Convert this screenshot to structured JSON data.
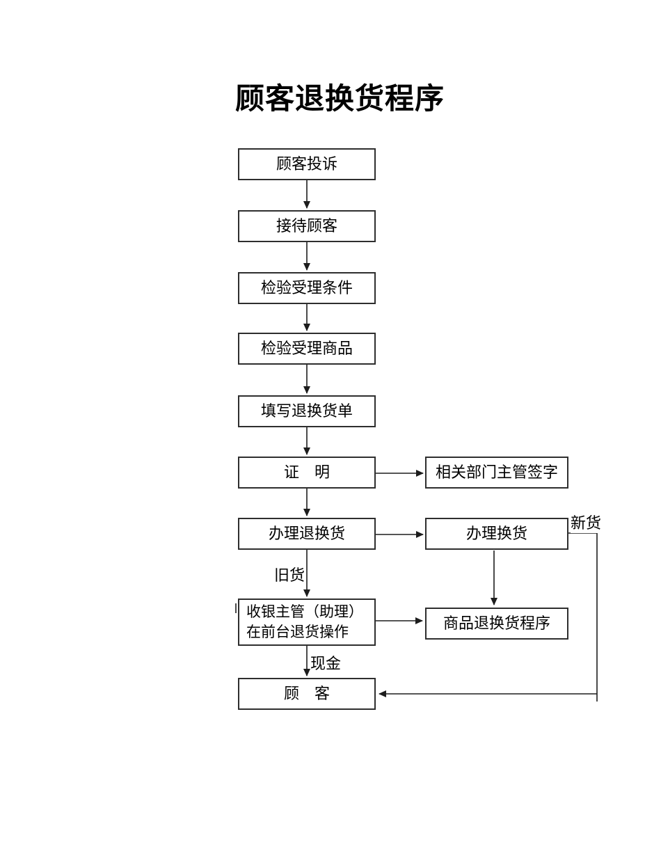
{
  "title": "顾客退换货程序",
  "flowchart": {
    "nodes": {
      "customer_complaint": "顾客投诉",
      "receive_customer": "接待顾客",
      "check_conditions": "检验受理条件",
      "check_goods": "检验受理商品",
      "fill_form": "填写退换货单",
      "certificate": "证　明",
      "process_return_exchange": "办理退换货",
      "cashier_front_desk": "收银主管（助理）\n在前台退货操作",
      "customer": "顾　客",
      "supervisor_signature": "相关部门主管签字",
      "process_exchange": "办理换货",
      "goods_procedure": "商品退换货程序"
    },
    "edge_labels": {
      "old_goods": "旧货",
      "cash": "现金",
      "new_goods": "新货"
    },
    "edges": [
      {
        "from": "customer_complaint",
        "to": "receive_customer",
        "label": ""
      },
      {
        "from": "receive_customer",
        "to": "check_conditions",
        "label": ""
      },
      {
        "from": "check_conditions",
        "to": "check_goods",
        "label": ""
      },
      {
        "from": "check_goods",
        "to": "fill_form",
        "label": ""
      },
      {
        "from": "fill_form",
        "to": "certificate",
        "label": ""
      },
      {
        "from": "certificate",
        "to": "process_return_exchange",
        "label": ""
      },
      {
        "from": "certificate",
        "to": "supervisor_signature",
        "label": ""
      },
      {
        "from": "process_return_exchange",
        "to": "process_exchange",
        "label": ""
      },
      {
        "from": "process_return_exchange",
        "to": "cashier_front_desk",
        "label": "旧货"
      },
      {
        "from": "cashier_front_desk",
        "to": "goods_procedure",
        "label": ""
      },
      {
        "from": "cashier_front_desk",
        "to": "customer",
        "label": "现金"
      },
      {
        "from": "process_exchange",
        "to": "goods_procedure",
        "label": ""
      },
      {
        "from": "process_exchange",
        "to": "customer",
        "label": "新货"
      }
    ]
  },
  "colors": {
    "background": "#ffffff",
    "line": "#1d1d1d",
    "box_border": "#2e2e2e",
    "text": "#000000"
  }
}
